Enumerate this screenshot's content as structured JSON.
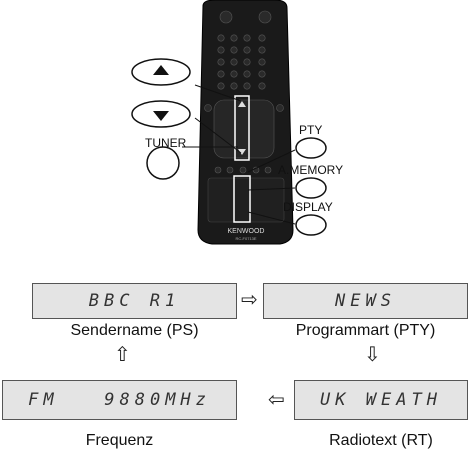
{
  "remote": {
    "brand": "KENWOOD",
    "model": "RC-F0713E"
  },
  "callouts": {
    "tuner": "TUNER",
    "pty": "PTY",
    "amemory": "A.MEMORY",
    "display": "DISPLAY"
  },
  "displays": {
    "ps": {
      "text": "BBC R1",
      "caption": "Sendername (PS)"
    },
    "pty": {
      "text": "NEWS",
      "caption": "Programmart (PTY)"
    },
    "freq": {
      "text": "FM   9880MHz",
      "caption": "Frequenz"
    },
    "rt": {
      "text": "UK WEATH",
      "caption": "Radiotext (RT)"
    }
  },
  "arrows": {
    "ps_to_pty": "⇨",
    "pty_to_rt": "⇩",
    "rt_to_freq": "⇦",
    "freq_to_ps": "⇧"
  }
}
